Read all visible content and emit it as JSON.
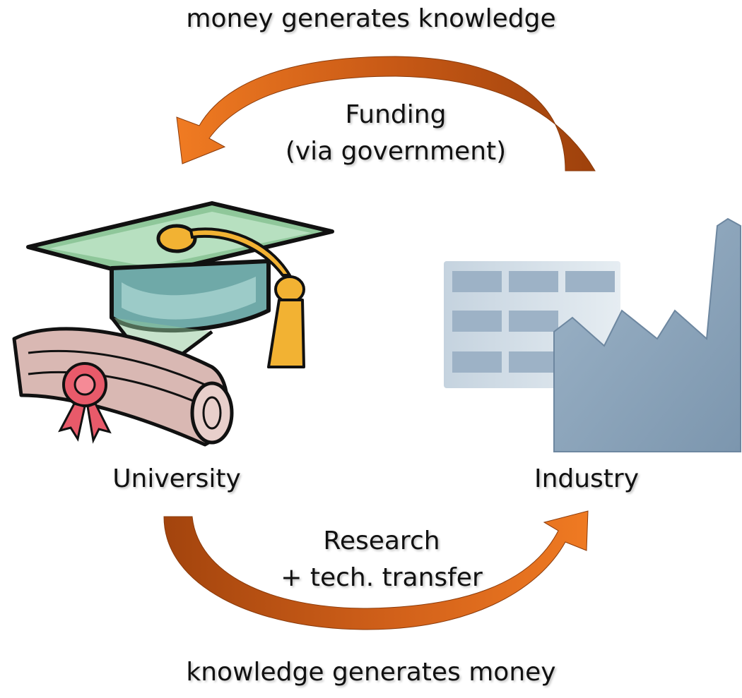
{
  "top_caption": "money generates knowledge",
  "bottom_caption": "knowledge generates money",
  "top_flow": {
    "line1": "Funding",
    "line2": "(via government)"
  },
  "bottom_flow": {
    "line1": "Research",
    "line2": "+ tech. transfer"
  },
  "nodes": {
    "left": "University",
    "right": "Industry"
  },
  "icons": {
    "left": "graduation-cap-and-diploma-icon",
    "right": "factory-icon",
    "arrows": "curved-arrow-icon"
  },
  "colors": {
    "arrow_main": "#e46a1c",
    "arrow_dark": "#a9470e",
    "factory": "#8fa8be"
  }
}
